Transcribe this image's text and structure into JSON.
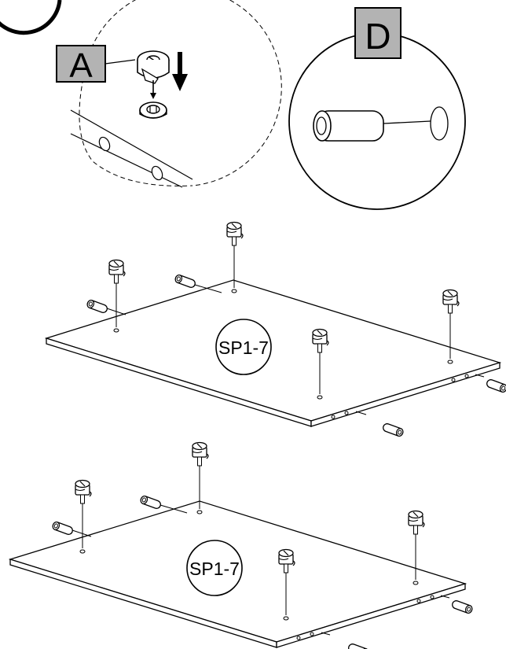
{
  "callouts": {
    "a_label": "A",
    "d_label": "D"
  },
  "panels": {
    "top_label": "SP1-7",
    "bottom_label": "SP1-7"
  },
  "colors": {
    "ink": "#000000",
    "label_fill": "#b3b3b3",
    "paper": "#ffffff"
  },
  "icons": {
    "cam_lock": "cam-lock-icon",
    "dowel": "wooden-dowel-icon",
    "arrow": "down-arrow-icon"
  }
}
